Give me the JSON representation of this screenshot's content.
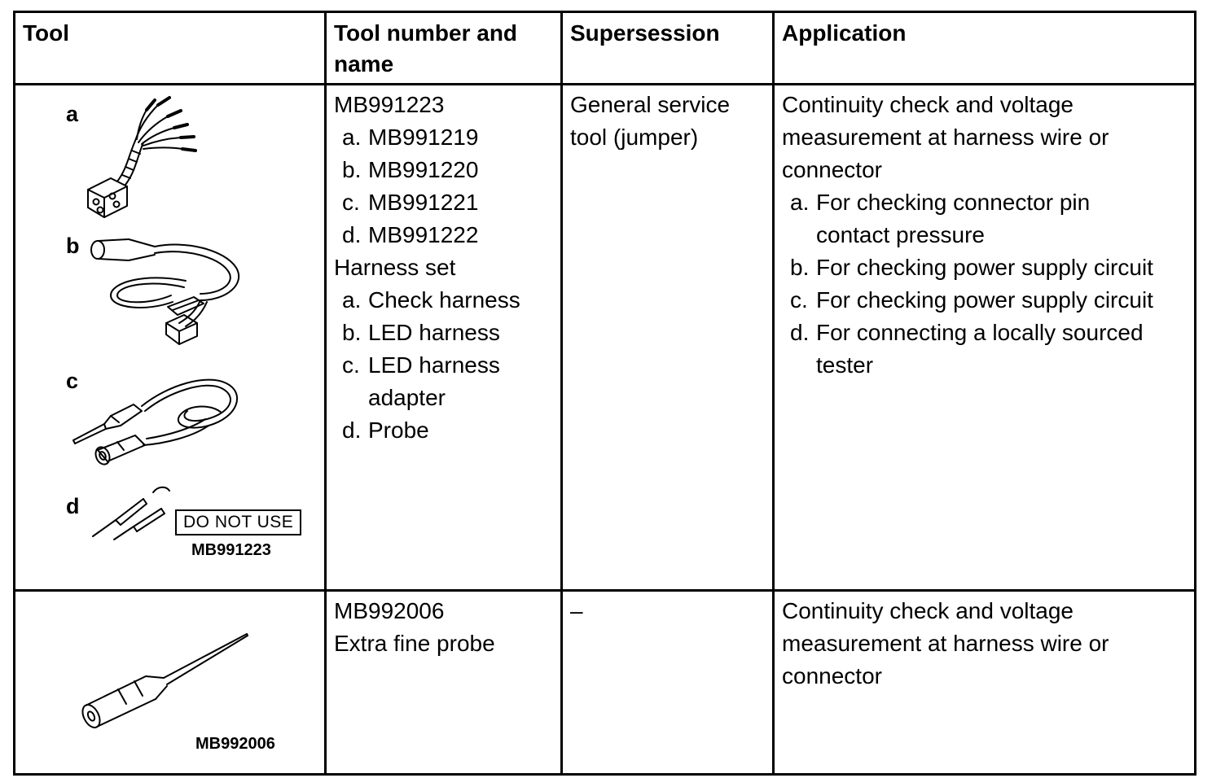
{
  "colors": {
    "ink": "#000000",
    "background": "#ffffff"
  },
  "header": {
    "tool": "Tool",
    "tool_number": "Tool number and name",
    "supersession": "Supersession",
    "application": "Application"
  },
  "row1": {
    "figure_labels": {
      "a": "a",
      "b": "b",
      "c": "c",
      "d": "d"
    },
    "do_not_use": "DO NOT USE",
    "caption": "MB991223",
    "tool_number": {
      "main": "MB991223",
      "numbers": [
        {
          "m": "a.",
          "t": "MB991219"
        },
        {
          "m": "b.",
          "t": "MB991220"
        },
        {
          "m": "c.",
          "t": "MB991221"
        },
        {
          "m": "d.",
          "t": "MB991222"
        }
      ],
      "set_name": "Harness set",
      "set_items": [
        {
          "m": "a.",
          "t": "Check harness"
        },
        {
          "m": "b.",
          "t": "LED harness"
        },
        {
          "m": "c.",
          "t": "LED harness adapter"
        },
        {
          "m": "d.",
          "t": "Probe"
        }
      ]
    },
    "supersession": "General service tool (jumper)",
    "application": {
      "main": "Continuity check and voltage measurement at harness wire or connector",
      "items": [
        {
          "m": "a.",
          "t": "For checking connector pin contact pressure"
        },
        {
          "m": "b.",
          "t": "For checking power supply circuit"
        },
        {
          "m": "c.",
          "t": "For checking power supply circuit"
        },
        {
          "m": "d.",
          "t": "For connecting a locally sourced tester"
        }
      ]
    }
  },
  "row2": {
    "caption": "MB992006",
    "tool_number_line1": "MB992006",
    "tool_number_line2": "Extra fine probe",
    "supersession": "–",
    "application": "Continuity check and voltage measurement at harness wire or connector"
  }
}
